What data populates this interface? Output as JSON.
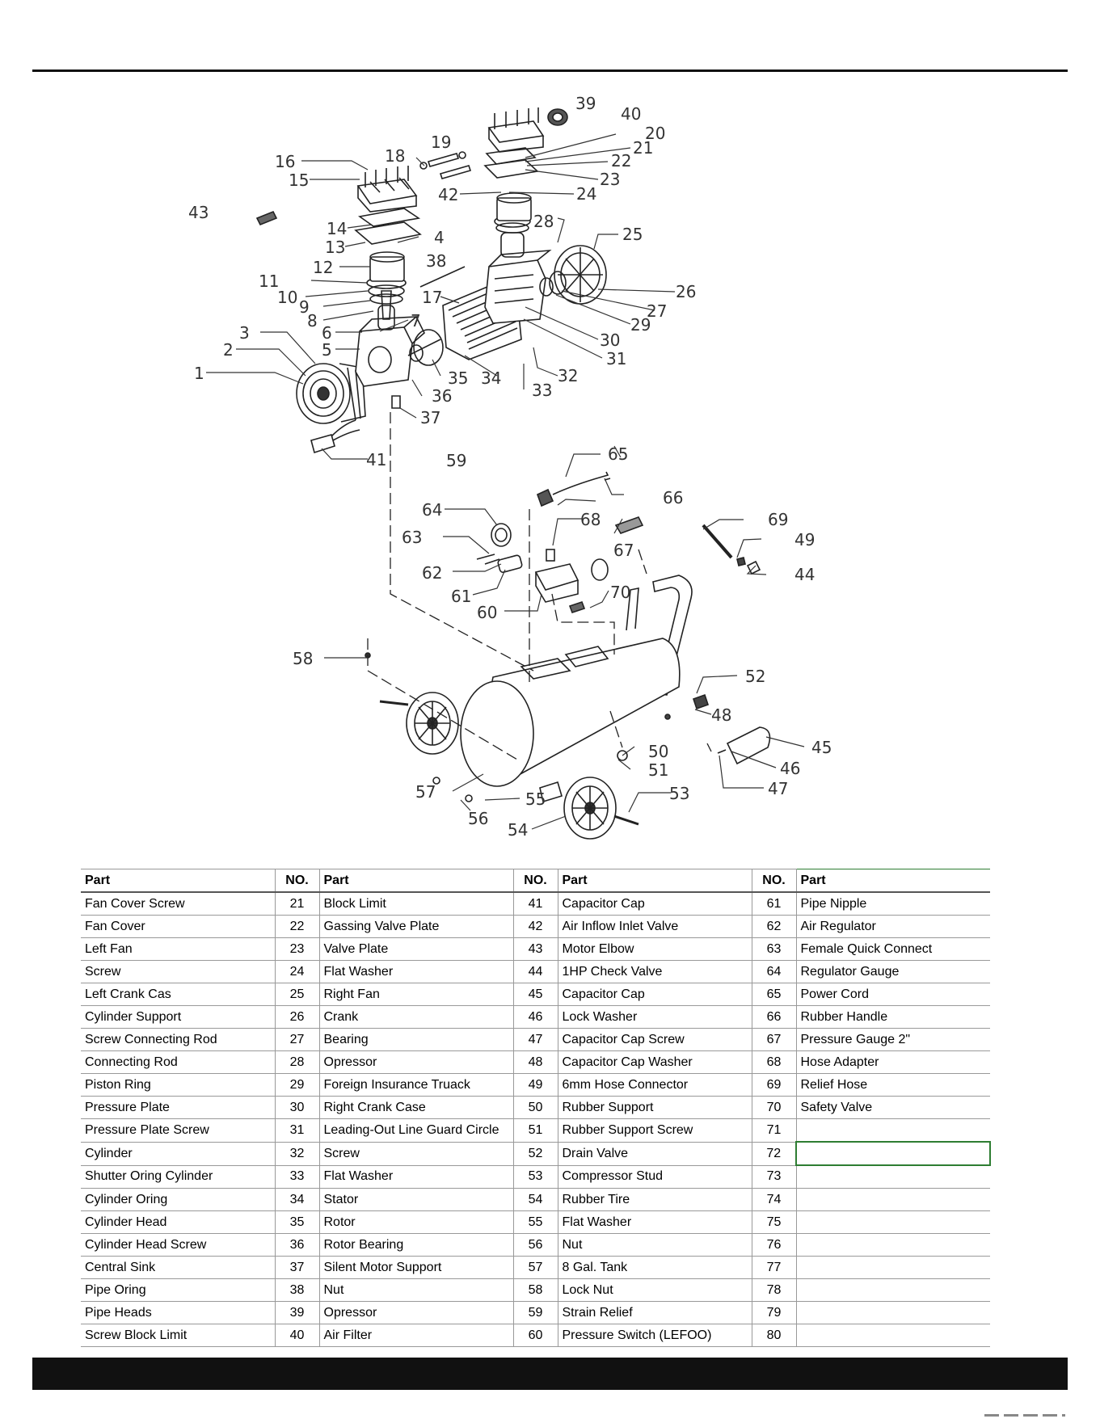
{
  "callouts": [
    "1",
    "2",
    "3",
    "4",
    "5",
    "6",
    "7",
    "8",
    "9",
    "10",
    "11",
    "12",
    "13",
    "14",
    "15",
    "16",
    "17",
    "18",
    "19",
    "20",
    "21",
    "22",
    "23",
    "24",
    "25",
    "26",
    "27",
    "28",
    "29",
    "30",
    "31",
    "32",
    "33",
    "34",
    "35",
    "36",
    "37",
    "38",
    "39",
    "40",
    "41",
    "42",
    "43",
    "44",
    "45",
    "46",
    "47",
    "48",
    "49",
    "50",
    "51",
    "52",
    "53",
    "54",
    "55",
    "56",
    "57",
    "58",
    "59",
    "60",
    "61",
    "62",
    "63",
    "64",
    "65",
    "66",
    "67",
    "68",
    "69",
    "70"
  ],
  "table": {
    "headers": [
      "Part",
      "NO.",
      "Part",
      "NO.",
      "Part",
      "NO.",
      "Part"
    ],
    "rows": [
      [
        "Fan Cover Screw",
        "21",
        "Block Limit",
        "41",
        "Capacitor Cap",
        "61",
        "Pipe Nipple"
      ],
      [
        "Fan Cover",
        "22",
        "Gassing Valve Plate",
        "42",
        "Air Inflow Inlet Valve",
        "62",
        "Air Regulator"
      ],
      [
        "Left Fan",
        "23",
        "Valve Plate",
        "43",
        "Motor Elbow",
        "63",
        "Female Quick Connect"
      ],
      [
        "Screw",
        "24",
        "Flat Washer",
        "44",
        "1HP Check Valve",
        "64",
        "Regulator Gauge"
      ],
      [
        "Left Crank Cas",
        "25",
        "Right Fan",
        "45",
        "Capacitor Cap",
        "65",
        "Power Cord"
      ],
      [
        "Cylinder Support",
        "26",
        "Crank",
        "46",
        "Lock Washer",
        "66",
        "Rubber Handle"
      ],
      [
        "Screw Connecting Rod",
        "27",
        "Bearing",
        "47",
        "Capacitor Cap Screw",
        "67",
        "Pressure Gauge 2\""
      ],
      [
        "Connecting Rod",
        "28",
        "Opressor",
        "48",
        "Capacitor Cap Washer",
        "68",
        "Hose Adapter"
      ],
      [
        "Piston Ring",
        "29",
        "Foreign Insurance Truack",
        "49",
        "6mm Hose Connector",
        "69",
        "Relief Hose"
      ],
      [
        "Pressure Plate",
        "30",
        "Right Crank Case",
        "50",
        "Rubber Support",
        "70",
        "Safety Valve"
      ],
      [
        "Pressure Plate Screw",
        "31",
        "Leading-Out Line Guard Circle",
        "51",
        "Rubber Support Screw",
        "71",
        ""
      ],
      [
        "Cylinder",
        "32",
        "Screw",
        "52",
        "Drain Valve",
        "72",
        ""
      ],
      [
        "Shutter Oring Cylinder",
        "33",
        "Flat Washer",
        "53",
        "Compressor Stud",
        "73",
        ""
      ],
      [
        "Cylinder Oring",
        "34",
        "Stator",
        "54",
        "Rubber Tire",
        "74",
        ""
      ],
      [
        "Cylinder Head",
        "35",
        "Rotor",
        "55",
        "Flat Washer",
        "75",
        ""
      ],
      [
        "Cylinder Head Screw",
        "36",
        "Rotor Bearing",
        "56",
        "Nut",
        "76",
        ""
      ],
      [
        "Central Sink",
        "37",
        "Silent Motor Support",
        "57",
        "8 Gal. Tank",
        "77",
        ""
      ],
      [
        "Pipe Oring",
        "38",
        "Nut",
        "58",
        "Lock Nut",
        "78",
        ""
      ],
      [
        "Pipe Heads",
        "39",
        "Opressor",
        "59",
        "Strain Relief",
        "79",
        ""
      ],
      [
        "Screw Block Limit",
        "40",
        "Air Filter",
        "60",
        "Pressure Switch (LEFOO)",
        "80",
        ""
      ]
    ]
  }
}
